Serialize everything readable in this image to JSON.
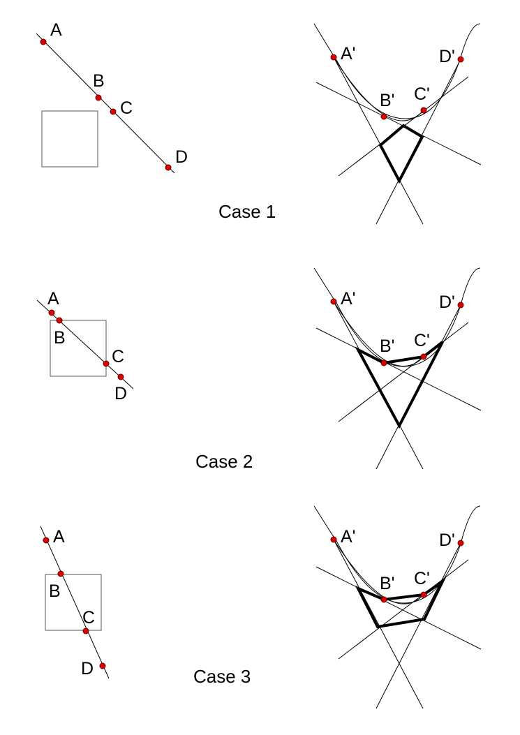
{
  "cases": [
    {
      "caption": "Case 1",
      "left_labels": [
        "A",
        "B",
        "C",
        "D"
      ],
      "right_labels": [
        "A'",
        "B'",
        "C'",
        "D'"
      ]
    },
    {
      "caption": "Case 2",
      "left_labels": [
        "A",
        "B",
        "C",
        "D"
      ],
      "right_labels": [
        "A'",
        "B'",
        "C'",
        "D'"
      ]
    },
    {
      "caption": "Case 3",
      "left_labels": [
        "A",
        "B",
        "C",
        "D"
      ],
      "right_labels": [
        "A'",
        "B'",
        "C'",
        "D'"
      ]
    }
  ],
  "colors": {
    "point": "#e00000",
    "line": "#000000"
  }
}
